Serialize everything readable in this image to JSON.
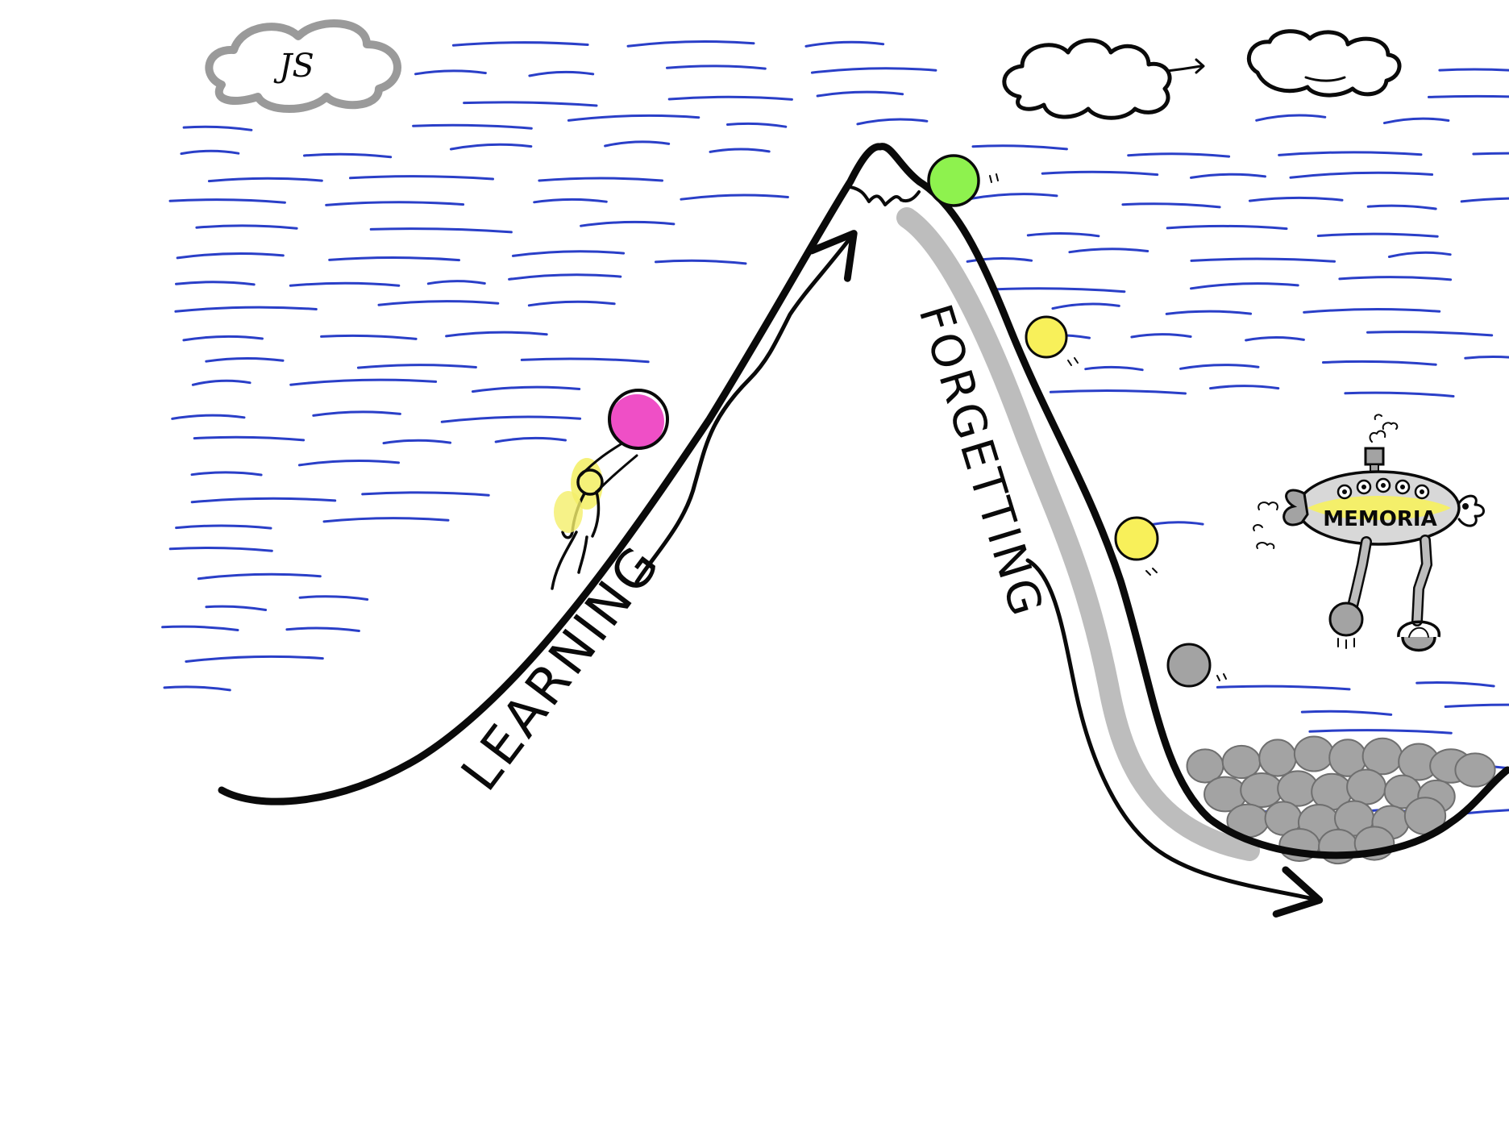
{
  "labels": {
    "learning": "LEARNING",
    "forgetting": "FORGETTING",
    "submarine": "MEMORIA",
    "signature": "JS"
  },
  "colors": {
    "ink": "#0a0a0a",
    "water": "#2a3fc8",
    "ball_pink": "#ef4fc6",
    "ball_green": "#8ef24e",
    "ball_yellow": "#f8f05a",
    "ball_gray": "#a3a3a3",
    "slide_gray": "#bdbdbd",
    "cloud_gray": "#9a9a9a",
    "person_yellow": "#f4ef6a"
  },
  "icons": [
    "mountain-icon",
    "cloud-icon",
    "ball-icon",
    "stick-figure-icon",
    "submarine-icon",
    "arrow-icon",
    "rock-pile-icon"
  ]
}
